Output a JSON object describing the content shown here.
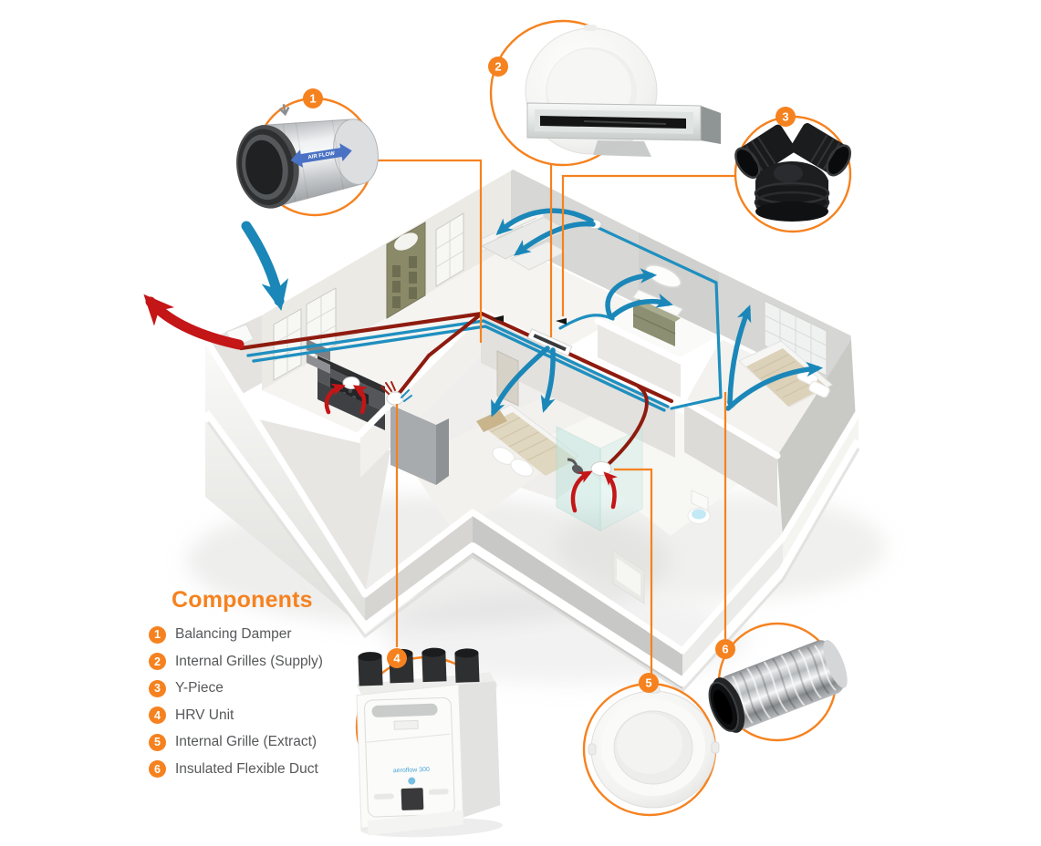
{
  "colors": {
    "accent_orange": "#F5821F",
    "supply_blue": "#1B87B8",
    "extract_red": "#C41517",
    "duct_extract": "#8E1B0F",
    "duct_supply": "#1F8FBF"
  },
  "legend": {
    "heading": "Components",
    "items": [
      {
        "num": "1",
        "label": "Balancing Damper"
      },
      {
        "num": "2",
        "label": "Internal Grilles (Supply)"
      },
      {
        "num": "3",
        "label": "Y-Piece"
      },
      {
        "num": "4",
        "label": "HRV Unit"
      },
      {
        "num": "5",
        "label": "Internal Grille (Extract)"
      },
      {
        "num": "6",
        "label": "Insulated Flexible Duct"
      }
    ]
  },
  "callouts": [
    {
      "num": "1",
      "name": "balancing-damper"
    },
    {
      "num": "2",
      "name": "internal-grilles-supply"
    },
    {
      "num": "3",
      "name": "y-piece"
    },
    {
      "num": "4",
      "name": "hrv-unit"
    },
    {
      "num": "5",
      "name": "internal-grille-extract"
    },
    {
      "num": "6",
      "name": "insulated-flexible-duct"
    }
  ],
  "products": {
    "damper_sticker": "AIR FLOW",
    "hrv_model": "aeroflow 300"
  }
}
